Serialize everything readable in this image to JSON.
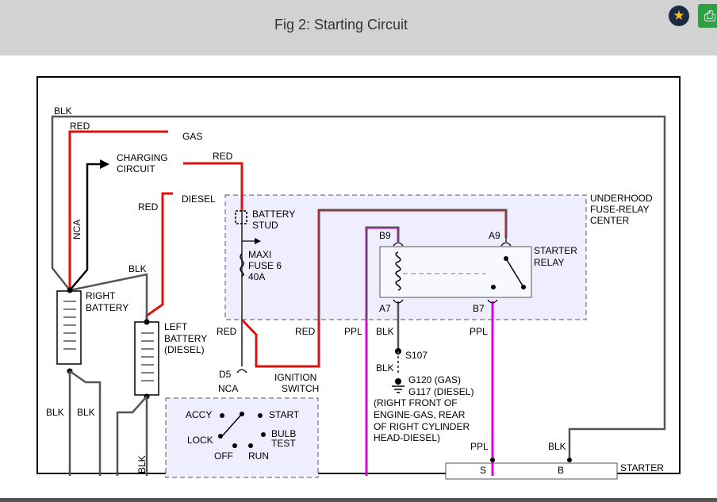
{
  "header": {
    "title": "Fig 2: Starting Circuit",
    "favorite_icon": "star-icon",
    "print_icon": "print-icon"
  },
  "labels": {
    "blk_top": "BLK",
    "red_top": "RED",
    "gas": "GAS",
    "charging_1": "CHARGING",
    "charging_2": "CIRCUIT",
    "red_charging": "RED",
    "red_diesel": "RED",
    "diesel": "DIESEL",
    "nca_vertical": "NCA",
    "underhood_1": "UNDERHOOD",
    "underhood_2": "FUSE-RELAY",
    "underhood_3": "CENTER",
    "battery_stud_1": "BATTERY",
    "battery_stud_2": "STUD",
    "maxi_1": "MAXI",
    "maxi_2": "FUSE 6",
    "maxi_3": "40A",
    "b9": "B9",
    "a9": "A9",
    "starter_relay_1": "STARTER",
    "starter_relay_2": "RELAY",
    "a7": "A7",
    "b7": "B7",
    "blk_left": "BLK",
    "right_battery_1": "RIGHT",
    "right_battery_2": "BATTERY",
    "left_battery_1": "LEFT",
    "left_battery_2": "BATTERY",
    "left_battery_3": "(DIESEL)",
    "red_ign_1": "RED",
    "red_ign_2": "RED",
    "ppl_1": "PPL",
    "blk_relay": "BLK",
    "ppl_2": "PPL",
    "s107": "S107",
    "blk_ground": "BLK",
    "g120": "G120 (GAS)",
    "g117": "G117 (DIESEL)",
    "ground_note_1": "(RIGHT FRONT OF",
    "ground_note_2": "ENGINE-GAS, REAR",
    "ground_note_3": "OF RIGHT CYLINDER",
    "ground_note_4": "HEAD-DIESEL)",
    "d5": "D5",
    "nca_d5": "NCA",
    "ignition_1": "IGNITION",
    "ignition_2": "SWITCH",
    "accy": "ACCY",
    "start": "START",
    "lock": "LOCK",
    "bulb_1": "BULB",
    "bulb_2": "TEST",
    "off": "OFF",
    "run": "RUN",
    "blk_b1": "BLK",
    "blk_b2": "BLK",
    "blk_vert": "BLK",
    "ppl_3": "PPL",
    "blk_starter": "BLK",
    "starter": "STARTER",
    "s_term": "S",
    "b_term": "B"
  },
  "colors": {
    "red": "#e01010",
    "ppl": "#e000e0",
    "blk": "#555555",
    "box_fill": "#eeeeff"
  }
}
